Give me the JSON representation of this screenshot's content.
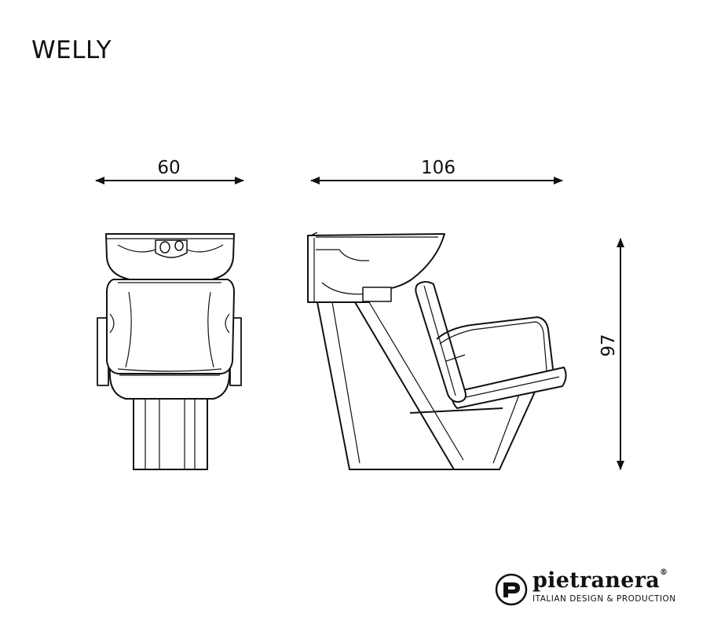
{
  "title": "WELLY",
  "dimensions": {
    "width": "60",
    "depth": "106",
    "height": "97"
  },
  "brand": {
    "name": "pietranera",
    "registered": "®",
    "tagline": "ITALIAN DESIGN & PRODUCTION",
    "logo_icon": "pietranera-logo-icon"
  }
}
